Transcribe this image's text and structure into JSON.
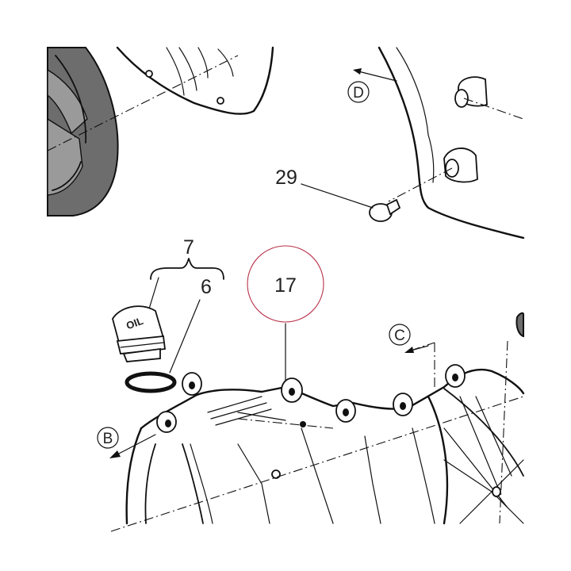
{
  "callouts": {
    "part_29": "29",
    "part_7": "7",
    "part_6": "6",
    "part_17": "17",
    "view_B": "B",
    "view_C": "C",
    "view_D": "D"
  },
  "cap_text": "OIL",
  "highlight_circle_color": "#b8324a",
  "line_color": "#111111"
}
